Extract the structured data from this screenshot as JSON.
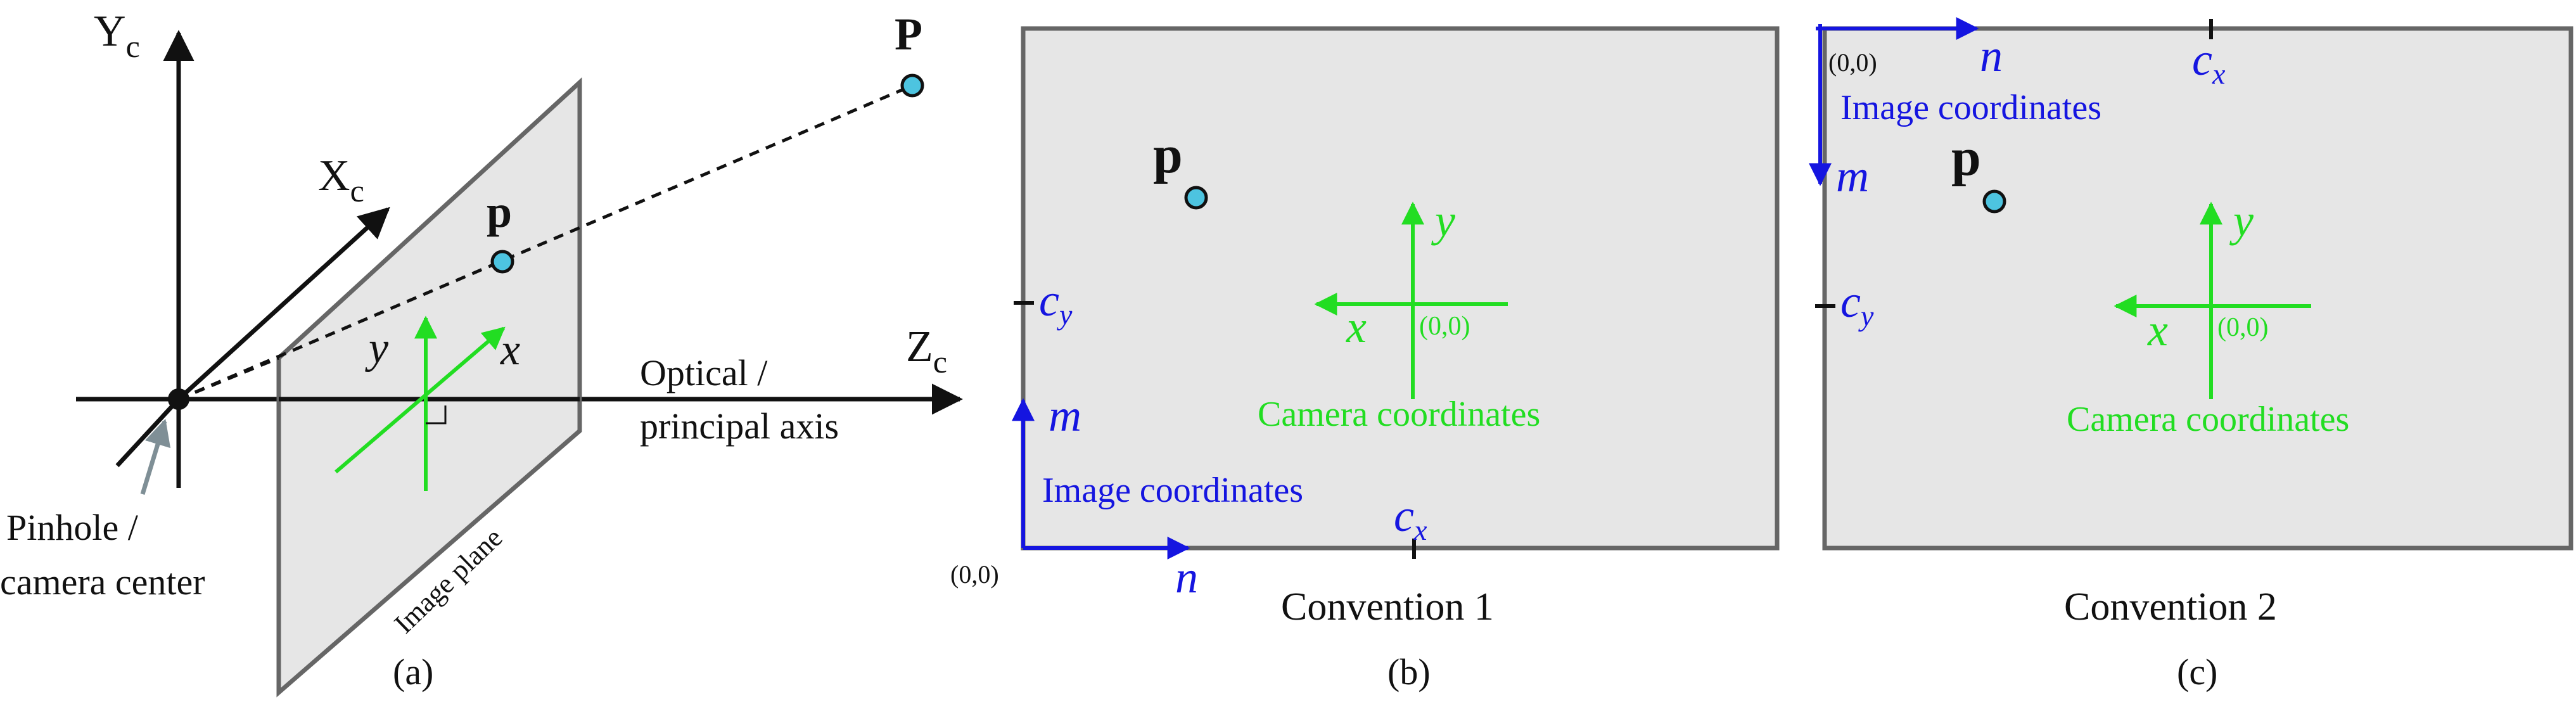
{
  "colors": {
    "black": "#111111",
    "camera_green": "#22dd22",
    "image_blue": "#1515e0",
    "plane_fill": "#e6e6e6",
    "plane_stroke": "#666666",
    "point_fill": "#4dc4e0",
    "pointer_gray": "#7f8f96"
  },
  "panel_a": {
    "axis_yc_main": "Y",
    "axis_yc_sub": "c",
    "axis_xc_main": "X",
    "axis_xc_sub": "c",
    "axis_zc_main": "Z",
    "axis_zc_sub": "c",
    "world_point": "P",
    "image_point": "p",
    "x_label": "x",
    "y_label": "y",
    "optical_line1": "Optical /",
    "optical_line2": "principal axis",
    "pinhole_line1": "Pinhole /",
    "pinhole_line2": "camera center",
    "image_plane": "Image plane",
    "caption": "(a)"
  },
  "panel_b": {
    "point": "p",
    "cam_y": "y",
    "cam_x": "x",
    "cam_origin": "(0,0)",
    "cam_label": "Camera coordinates",
    "img_m": "m",
    "img_n": "n",
    "img_origin": "(0,0)",
    "img_label": "Image coordinates",
    "cx_main": "c",
    "cx_sub": "x",
    "cy_main": "c",
    "cy_sub": "y",
    "convention": "Convention 1",
    "caption": "(b)"
  },
  "panel_c": {
    "point": "p",
    "cam_y": "y",
    "cam_x": "x",
    "cam_origin": "(0,0)",
    "cam_label": "Camera coordinates",
    "img_m": "m",
    "img_n": "n",
    "img_origin": "(0,0)",
    "img_label": "Image coordinates",
    "cx_main": "c",
    "cx_sub": "x",
    "cy_main": "c",
    "cy_sub": "y",
    "convention": "Convention 2",
    "caption": "(c)"
  }
}
